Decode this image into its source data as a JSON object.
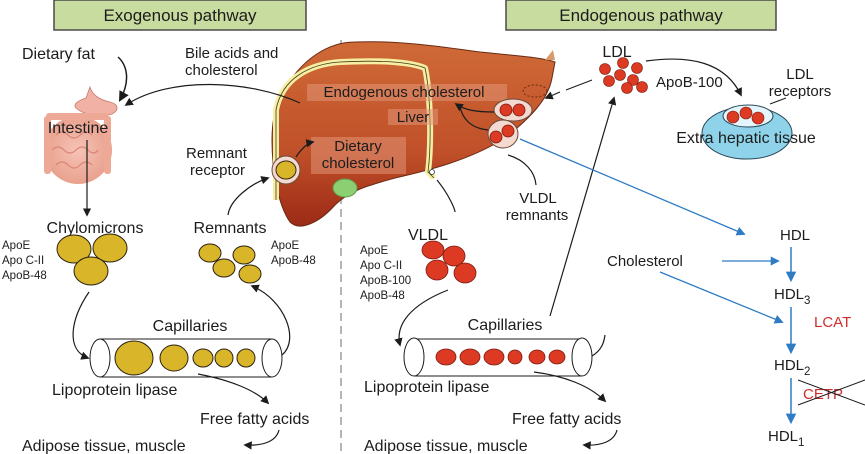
{
  "diagram": {
    "colors": {
      "header_fill": "#c9dca0",
      "liver": "#c45a2c",
      "liver_dark": "#9c2a16",
      "bile_duct": "#f5efa4",
      "chylomicron": "#d9b52a",
      "vldl_ldl": "#dc3a22",
      "receptor_ring": "#f3d9cf",
      "extra_hepatic": "#8fd3ea",
      "hdl_arrow": "#2f7bc4",
      "enzyme_text": "#d22d2d",
      "gallbladder": "#8ccf72"
    },
    "headers": {
      "exogenous": "Exogenous pathway",
      "endogenous": "Endogenous pathway"
    },
    "exogenous": {
      "dietary_fat": "Dietary fat",
      "bile_acids_line1": "Bile acids and",
      "bile_acids_line2": "cholesterol",
      "intestine": "Intestine",
      "chylomicrons": "Chylomicrons",
      "chylo_apos": [
        "ApoE",
        "Apo C-II",
        "ApoB-48"
      ],
      "remnants": "Remnants",
      "remnant_apos": [
        "ApoE",
        "ApoB-48"
      ],
      "remnant_receptor_line1": "Remnant",
      "remnant_receptor_line2": "receptor",
      "capillaries": "Capillaries",
      "lipoprotein_lipase": "Lipoprotein lipase",
      "free_fatty_acids": "Free fatty acids",
      "adipose": "Adipose tissue, muscle"
    },
    "liver": {
      "endogenous_cholesterol": "Endogenous cholesterol",
      "liver_label": "Liver",
      "dietary_cholesterol_line1": "Dietary",
      "dietary_cholesterol_line2": "cholesterol"
    },
    "endogenous": {
      "ldl": "LDL",
      "ldl_apo": "ApoB-100",
      "ldl_receptors_line1": "LDL",
      "ldl_receptors_line2": "receptors",
      "extra_hepatic": "Extra hepatic tissue",
      "vldl_remnants_line1": "VLDL",
      "vldl_remnants_line2": "remnants",
      "vldl": "VLDL",
      "vldl_apos": [
        "ApoE",
        "Apo C-II",
        "ApoB-100",
        "ApoB-48"
      ],
      "capillaries": "Capillaries",
      "lipoprotein_lipase": "Lipoprotein lipase",
      "free_fatty_acids": "Free fatty acids",
      "adipose": "Adipose tissue, muscle"
    },
    "hdl": {
      "hdl": "HDL",
      "cholesterol": "Cholesterol",
      "hdl3": "HDL",
      "hdl3_sub": "3",
      "lcat": "LCAT",
      "hdl2": "HDL",
      "hdl2_sub": "2",
      "cetp": "CETP",
      "hdl1": "HDL",
      "hdl1_sub": "1"
    }
  }
}
